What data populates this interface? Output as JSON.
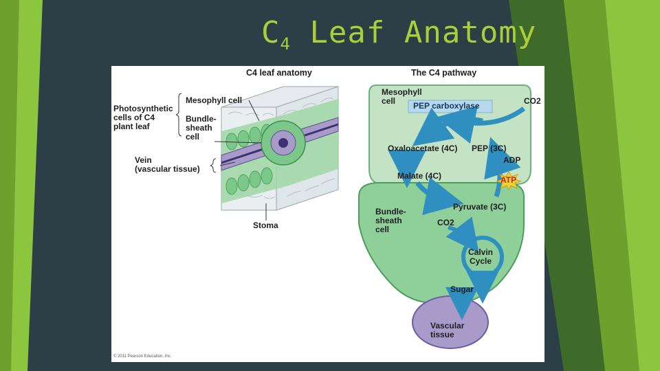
{
  "slide": {
    "title_main": "C",
    "title_sub": "4",
    "title_rest": " Leaf Anatomy"
  },
  "figure": {
    "left_heading": "C4 leaf anatomy",
    "right_heading": "The C4 pathway",
    "labels": {
      "photosynthetic_cells": "Photosynthetic\ncells of C4\nplant leaf",
      "mesophyll_cell": "Mesophyll cell",
      "bundle_sheath_cell": "Bundle-\nsheath\ncell",
      "vein": "Vein\n(vascular tissue)",
      "stoma": "Stoma"
    },
    "pathway": {
      "mesophyll_cell": "Mesophyll\ncell",
      "pep_carboxylase": "PEP carboxylase",
      "co2_in": "CO2",
      "oxaloacetate": "Oxaloacetate (4C)",
      "pep": "PEP (3C)",
      "adp": "ADP",
      "atp": "ATP",
      "malate": "Malate (4C)",
      "pyruvate": "Pyruvate (3C)",
      "bundle_sheath_cell": "Bundle-\nsheath\ncell",
      "co2_released": "CO2",
      "calvin_cycle": "Calvin\nCycle",
      "sugar": "Sugar",
      "vascular_tissue": "Vascular\ntissue"
    },
    "copyright": "© 2011 Pearson Education, Inc."
  },
  "colors": {
    "background": "#2c3e46",
    "accent_green": "#8cc63f",
    "title": "#a9cf3a",
    "mesophyll_fill": "#c3e3c4",
    "bundle_fill": "#8fcf9a",
    "vascular_fill": "#a89bc9",
    "arrow_blue": "#2f8fc0"
  }
}
